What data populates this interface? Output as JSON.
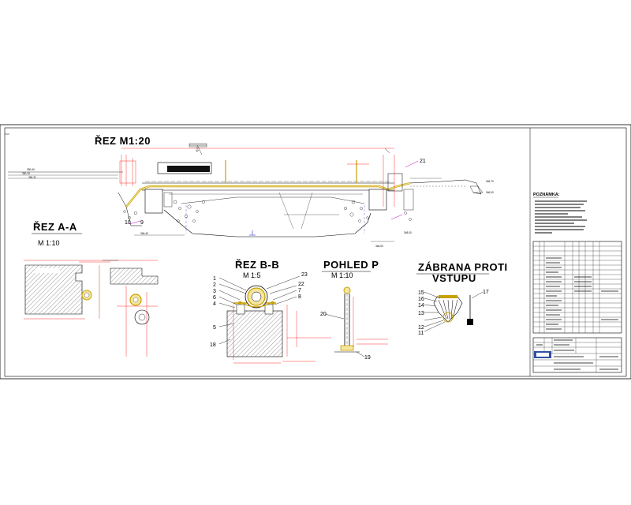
{
  "sheet": {
    "main_section": {
      "title": "ŘEZ M1:20"
    },
    "section_aa": {
      "title": "ŘEZ A-A",
      "scale": "M 1:10"
    },
    "section_bb": {
      "title": "ŘEZ B-B",
      "scale": "M 1:5"
    },
    "view_p": {
      "title": "POHLED P",
      "scale": "M 1:10"
    },
    "barrier": {
      "title_line1": "ZÁBRANA PROTI",
      "title_line2": "VSTUPU"
    },
    "notes": {
      "heading": "POZNÁMKA:"
    },
    "elevations": {
      "e1": "350,40",
      "e2": "350,34",
      "e3": "350,31",
      "e4": "346,40",
      "e5": "346,00",
      "e6": "346,70",
      "e7": "346,00",
      "e8": "346,55",
      "e9": "348,00"
    },
    "callouts": {
      "c10": "10",
      "c9": "9",
      "c21": "21",
      "c1": "1",
      "c2": "2",
      "c3": "3",
      "c6": "6",
      "c4": "4",
      "c5": "5",
      "c18": "18",
      "c23": "23",
      "c22": "22",
      "c7": "7",
      "c8": "8",
      "c20": "20",
      "c19": "19",
      "c15": "15",
      "c16": "16",
      "c14": "14",
      "c13": "13",
      "c12": "12",
      "c11": "11",
      "c17": "17"
    },
    "colors": {
      "linework": "#000000",
      "pipe": "#c8a000",
      "pipe_fill": "#f5e6a0",
      "dimension": "#ff0000",
      "leader_magenta": "#cc00cc",
      "logo_blue": "#3050a0"
    }
  }
}
